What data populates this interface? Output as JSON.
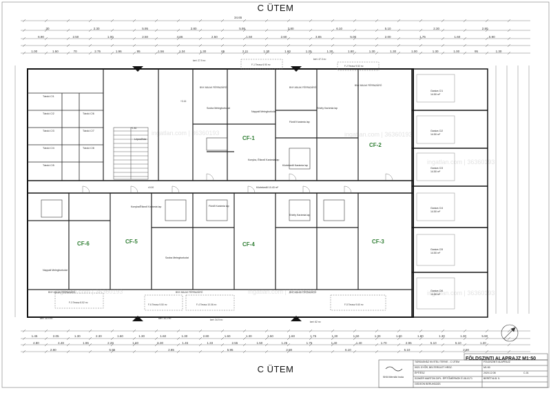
{
  "top_title": "C ÜTEM",
  "bottom_title": "C ÜTEM",
  "sheet_title": "FÖLDSZINTI ALAPRAJZ M1:50",
  "total_dimension": "34.65",
  "units": [
    "CF-1",
    "CF-2",
    "CF-3",
    "CF-4",
    "CF-5",
    "CF-6"
  ],
  "top_dims_row1": [
    ".30",
    "2.30",
    "5.95",
    "2.80",
    "5.95",
    "2.80",
    "6.10",
    "5.10",
    "2.30",
    "2.80"
  ],
  "top_dims_row2": [
    "6.90",
    "2.50",
    "1.00",
    "2.50",
    "4.66",
    "2.50",
    "1.50",
    "2.60",
    "3.65",
    "5.00",
    "2.00",
    "1.75",
    "1.60",
    "5.90"
  ],
  "top_dims_row3": [
    "1.00",
    "1.50",
    "70",
    "2.75",
    "1.96",
    "95",
    "1.56",
    "1.34",
    "1.30",
    "65",
    "2.11",
    "1.30",
    "1.60",
    "1.25",
    "1.30",
    "1.80",
    "1.30",
    "1.30",
    "1.00",
    "1.30",
    "1.00",
    "95",
    "1.30"
  ],
  "bottom_dims_row1": [
    "1.45",
    "2.05",
    "1.30",
    "2.30",
    "1.60",
    "1.30",
    "1.60",
    "1.30",
    "2.80",
    "1.60",
    "1.30",
    "1.50",
    "1.60",
    "1.75",
    "1.30",
    "1.60",
    "1.30",
    "1.60",
    "1.80",
    "1.30",
    "1.30",
    "5.90"
  ],
  "bottom_dims_row2": [
    "4.80",
    "4.48",
    "1.96",
    "2.28",
    "1.60",
    "5.30",
    "1.45",
    "1.33",
    "2.55",
    "1.50",
    "1.25",
    "1.75",
    "1.40",
    "1.40",
    "1.70",
    "2.95",
    "5.10",
    "5.10",
    "1.20"
  ],
  "bottom_dims_row3": [
    "2.80",
    "5.95",
    "2.85",
    "5.95",
    "2.80",
    "6.10",
    "5.10",
    "2.80"
  ],
  "garages": [
    "Garázs C/1",
    "Garázs C/2",
    "Garázs C/3",
    "Garázs C/4",
    "Garázs C/5",
    "Garázs C/6"
  ],
  "garage_area": "14.50 m²",
  "rooms_top": [
    "Szoba Melegburkolat",
    "Nappali Melegburkolat",
    "Konyha, Étkező Karámia lap",
    "Közlekedő Karámia lap",
    "Fürdő Karámia lap",
    "Erkély Karámia lap",
    "Közlekedő 10.43 m²"
  ],
  "rooms_bottom": [
    "Nappali Melegburkolat",
    "Szoba Melegburkolat",
    "Konyha/Étkező Karámia lap",
    "Fürdő Karámia lap",
    "Erkély Karámia lap"
  ],
  "terraces": [
    "F-1 Terasz 6.90 m²",
    "F-2 Terasz 9.52 m²",
    "F-3 Terasz 8.52 m²",
    "F-4 Terasz 10.06 m²",
    "F-5 Terasz 9.60 m²",
    "F-6 Terasz 9.50 m²"
  ],
  "garden_labels": [
    "kert: 27.9 m²",
    "kert: 47.3 m²",
    "kert: 35.9 m²",
    "kert: 34.2 m²",
    "kert: 34.9 m²",
    "kert: 62 m²"
  ],
  "window_label": "BNY ABLAK FÉRRAZÁRÓ",
  "stair_label": "Lépcsőház",
  "storage_labels": [
    "Tároló C/1",
    "Tároló C/2",
    "Tároló C/3",
    "Tároló C/4",
    "Tároló C/5",
    "Tároló C/6",
    "Tároló C/7",
    "Tároló C/8"
  ],
  "levels": [
    "+1.84",
    "+0.16",
    "±0.00"
  ],
  "watermark": "ingatlan.com | 36360193",
  "titleblock": {
    "project": "TÁRSASHÁZ KIVITELI TERVE - C ÜTEM",
    "address": "9021 GYŐR, BELTERÜLET HRSZ.",
    "designer": "SZAKÉR MARTON DIPL. ÉPÍTŐMÉRNÖK É-08-0171",
    "drawing": "FÖLDSZINTI ALAPRAJZ",
    "scale": "M1:50",
    "date": "2020.12.08",
    "sheet_no": "C-01",
    "office": "SKM Mérnöki Iroda",
    "role": "ÉPÍTÉSZ",
    "owner": "GEDEON BERUHÁZÁS",
    "client": "BERÉTVA B. 5."
  }
}
